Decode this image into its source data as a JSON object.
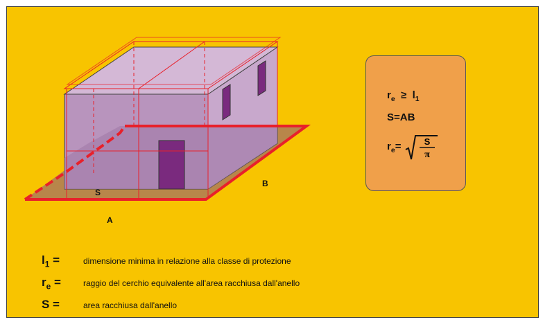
{
  "diagram": {
    "label_s": "S",
    "label_a": "A",
    "label_b": "B"
  },
  "formulas": {
    "line1": "r_e ≥ l_1",
    "line2": "S=AB",
    "line3_lhs": "r_e =",
    "line3_num": "S",
    "line3_den": "π"
  },
  "legend": [
    {
      "symbol": "l1 =",
      "text": "dimensione minima in relazione alla classe di protezione"
    },
    {
      "symbol": "re =",
      "text": "raggio del cerchio equivalente all'area racchiusa dall'anello"
    },
    {
      "symbol": "S =",
      "text": "area racchiusa dall'anello"
    }
  ],
  "colors": {
    "background": "#f8c400",
    "formula_box": "#f0a04a",
    "ring": "#e8202a",
    "ground": "#b8864a",
    "building": "#c3a0c8",
    "door": "#7a2a7e"
  }
}
